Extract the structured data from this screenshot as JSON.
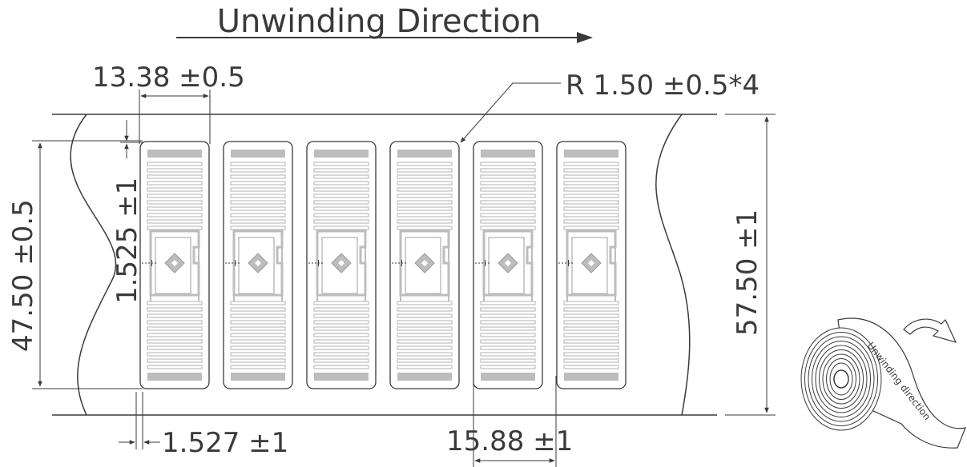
{
  "title": "Unwinding Direction",
  "dimensions": {
    "tag_width": "13.38 ±0.5",
    "corner_radius": "R 1.50 ±0.5*4",
    "top_gap": "1.525 ±1",
    "tag_height": "47.50 ±0.5",
    "liner_width": "57.50 ±1",
    "side_gap": "1.527 ±1",
    "pitch": "15.88 ±1"
  },
  "roll_label": "Unwinding direction",
  "tag_count": 6,
  "colors": {
    "line": "#3a3a3a",
    "antenna_fill": "#bdbdbd"
  },
  "icons": {
    "direction_arrow": "arrow-right-icon",
    "roll": "tape-roll-icon",
    "roll_arrow": "curved-arrow-icon"
  }
}
